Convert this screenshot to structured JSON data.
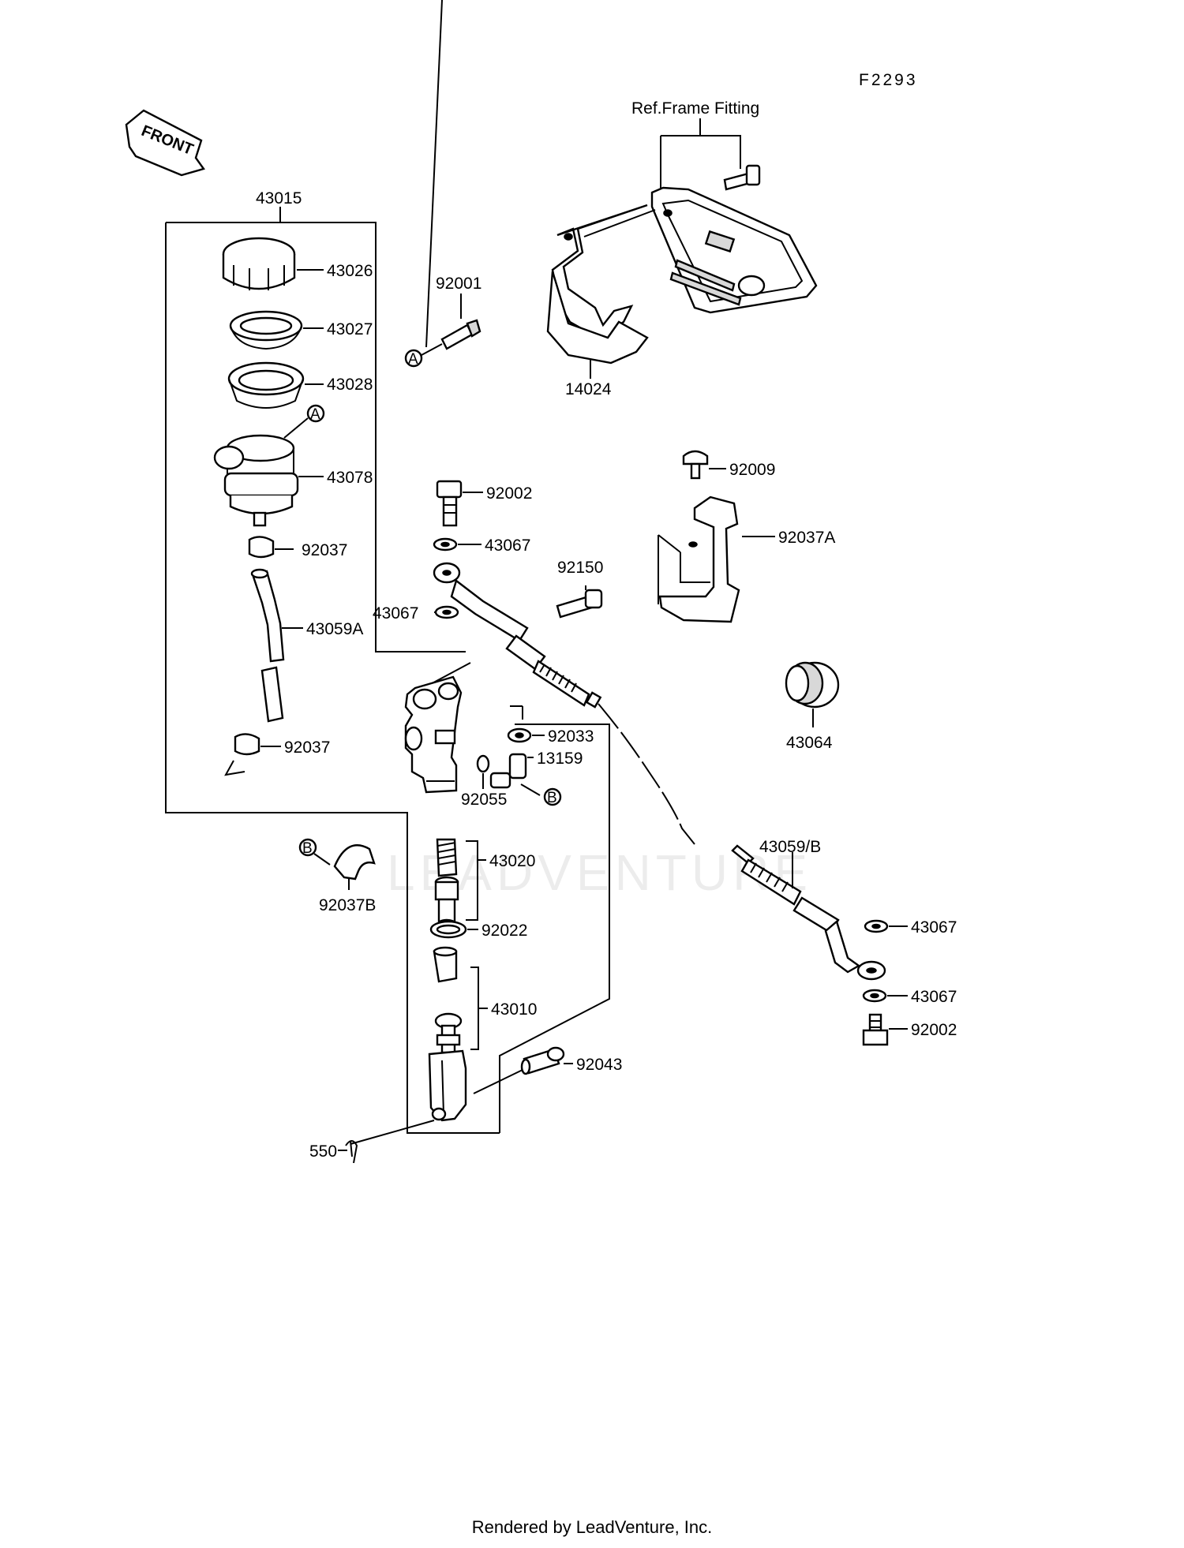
{
  "figure_id": "F2293",
  "front_label": "FRONT",
  "ref_label": "Ref.Frame Fitting",
  "watermark": "LEADVENTURE",
  "footer": "Rendered by LeadVenture, Inc.",
  "callouts": {
    "A": "A",
    "B": "B"
  },
  "parts": {
    "p43015": "43015",
    "p43026": "43026",
    "p43027": "43027",
    "p43028": "43028",
    "p43078": "43078",
    "p92037_top": "92037",
    "p43059A": "43059A",
    "p92037_bottom": "92037",
    "p92001": "92001",
    "p14024": "14024",
    "p92009": "92009",
    "p92037A": "92037A",
    "p43064": "43064",
    "p92002_top": "92002",
    "p43067_a": "43067",
    "p43067_b": "43067",
    "p92150": "92150",
    "p92033": "92033",
    "p13159": "13159",
    "p92055": "92055",
    "p43020": "43020",
    "p92037B": "92037B",
    "p92022": "92022",
    "p43010": "43010",
    "p92043": "92043",
    "p550": "550",
    "p43059B": "43059/B",
    "p43067_c": "43067",
    "p43067_d": "43067",
    "p92002_bottom": "92002"
  }
}
